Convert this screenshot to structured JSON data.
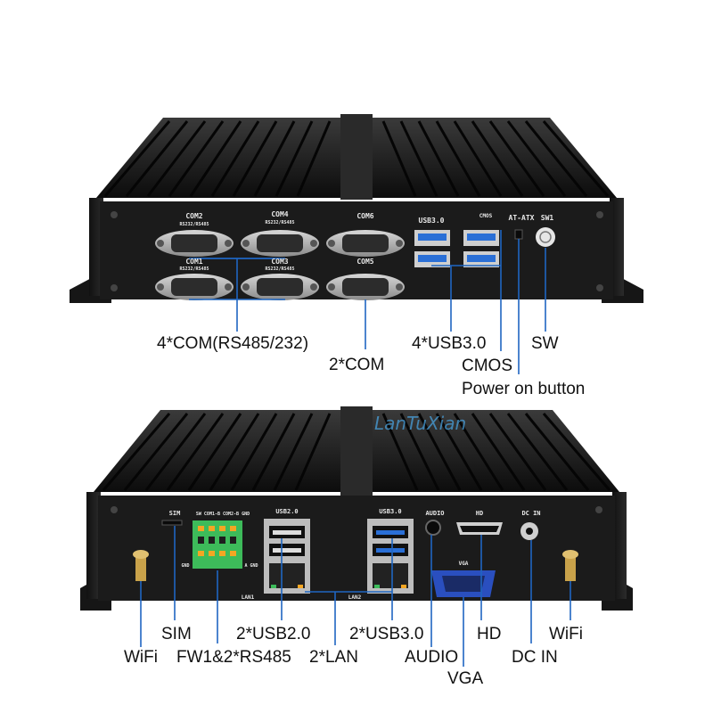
{
  "top_unit": {
    "port_labels": {
      "com2": "COM2",
      "com2_sub": "RS232/RS485",
      "com4": "COM4",
      "com4_sub": "RS232/RS485",
      "com6": "COM6",
      "com1": "COM1",
      "com1_sub": "RS232/RS485",
      "com3": "COM3",
      "com3_sub": "RS232/RS485",
      "com5": "COM5",
      "usb": "USB3.0",
      "cmos": "CMOS",
      "at_atx": "AT-ATX",
      "sw1": "SW1"
    },
    "callouts": {
      "com_485_232": "4*COM(RS485/232)",
      "com_2": "2*COM",
      "usb30": "4*USB3.0",
      "cmos": "CMOS",
      "sw": "SW",
      "power_on": "Power on button"
    }
  },
  "bottom_unit": {
    "port_labels": {
      "sim": "SIM",
      "terminal": "SW COM1-B COM2-B GND",
      "gnd": "GND",
      "agnd": "A GND",
      "usb20": "USB2.0",
      "usb30": "USB3.0",
      "audio": "AUDIO",
      "hd": "HD",
      "dcin": "DC IN",
      "vga": "VGA",
      "lan1": "LAN1",
      "lan2": "LAN2"
    },
    "watermark": "LanTuXian",
    "callouts": {
      "wifi_left": "WiFi",
      "sim": "SIM",
      "fw_rs485": "FW1&2*RS485",
      "usb20": "2*USB2.0",
      "lan": "2*LAN",
      "usb30": "2*USB3.0",
      "audio": "AUDIO",
      "vga": "VGA",
      "hd": "HD",
      "dc_in": "DC IN",
      "wifi_right": "WiFi"
    }
  },
  "colors": {
    "chassis": "#141414",
    "panel": "#1c1c1c",
    "callout_line": "#1f66c2",
    "usb_blue": "#2a6fd6",
    "terminal_green": "#3dbb5a"
  }
}
